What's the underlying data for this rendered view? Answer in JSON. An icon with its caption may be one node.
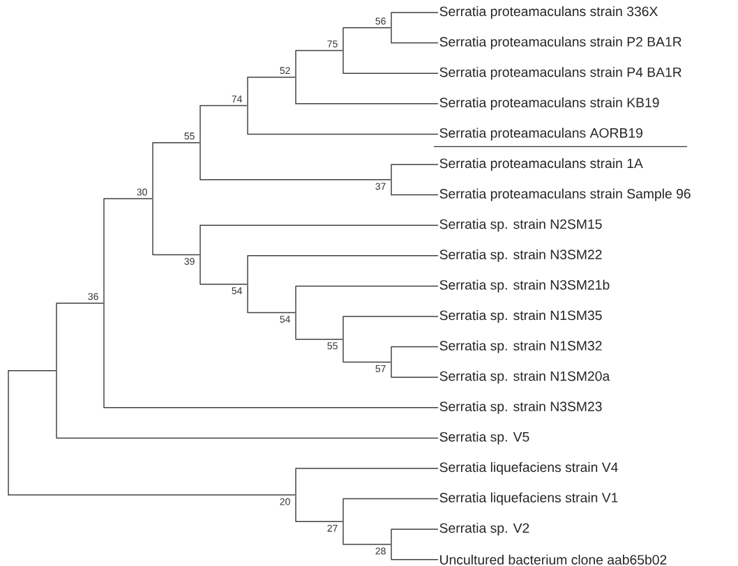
{
  "diagram": {
    "nodes": [
      {
        "text": [
          "Serratia proteamaculans strain 336X"
        ]
      },
      {
        "text": [
          "Serratia proteamaculans strain P2 BA1R"
        ]
      },
      {
        "text": [
          "Serratia proteamaculans strain P4 BA1R"
        ]
      },
      {
        "text": [
          "Serratia proteamaculans strain KB19"
        ]
      },
      {
        "text": [
          "Serratia proteamaculans AORB19"
        ]
      },
      {
        "text": [
          "Serratia proteamaculans strain 1A"
        ]
      },
      {
        "text": [
          "Serratia proteamaculans strain Sample 96"
        ]
      },
      {
        "text": [
          "Serratia sp. strain N2SM15"
        ]
      },
      {
        "text": [
          "Serratia sp. strain N3SM22"
        ]
      },
      {
        "text": [
          "Serratia sp. strain N3SM21b"
        ]
      },
      {
        "text": [
          "Serratia sp. strain N1SM35"
        ]
      },
      {
        "text": [
          "Serratia sp. strain N1SM32"
        ]
      },
      {
        "text": [
          "Serratia sp. strain N1SM20a"
        ]
      },
      {
        "text": [
          "Serratia sp. strain N3SM23"
        ]
      },
      {
        "text": [
          "Serratia sp. V5"
        ]
      },
      {
        "text": [
          "Serratia liquefaciens strain V4"
        ]
      },
      {
        "text": [
          "Serratia liquefaciens strain V1"
        ]
      },
      {
        "text": [
          "Serratia sp. V2"
        ]
      },
      {
        "text": [
          "Uncultured bacterium clone aab65b02"
        ]
      },
      {
        "text": [],
        "shape": "bar",
        "beside": [
          "56"
        ]
      },
      {
        "text": [],
        "shape": "bar",
        "beside": [
          "75"
        ]
      },
      {
        "text": [],
        "shape": "bar",
        "beside": [
          "52"
        ]
      },
      {
        "text": [],
        "shape": "bar",
        "beside": [
          "74"
        ]
      },
      {
        "text": [],
        "shape": "bar",
        "beside": [
          "37"
        ]
      },
      {
        "text": [],
        "shape": "bar",
        "beside": [
          "55"
        ]
      },
      {
        "text": [],
        "shape": "bar",
        "beside": [
          "57"
        ]
      },
      {
        "text": [],
        "shape": "bar",
        "beside": [
          "55"
        ]
      },
      {
        "text": [],
        "shape": "bar",
        "beside": [
          "54"
        ]
      },
      {
        "text": [],
        "shape": "bar",
        "beside": [
          "54"
        ]
      },
      {
        "text": [],
        "shape": "bar",
        "beside": [
          "39"
        ]
      },
      {
        "text": [],
        "shape": "bar",
        "beside": [
          "30"
        ]
      },
      {
        "text": [],
        "shape": "bar",
        "beside": [
          "36"
        ]
      },
      {
        "text": [],
        "shape": "bar"
      },
      {
        "text": [],
        "shape": "bar",
        "beside": [
          "28"
        ]
      },
      {
        "text": [],
        "shape": "bar",
        "beside": [
          "27"
        ]
      },
      {
        "text": [],
        "shape": "bar",
        "beside": [
          "20"
        ]
      },
      {
        "text": [],
        "shape": "bar"
      }
    ],
    "edges": [
      {
        "from": 19,
        "to": 0,
        "arrow": "none"
      },
      {
        "from": 19,
        "to": 1,
        "arrow": "none"
      },
      {
        "from": 20,
        "to": 19,
        "arrow": "none"
      },
      {
        "from": 20,
        "to": 2,
        "arrow": "none"
      },
      {
        "from": 21,
        "to": 20,
        "arrow": "none"
      },
      {
        "from": 21,
        "to": 3,
        "arrow": "none"
      },
      {
        "from": 22,
        "to": 21,
        "arrow": "none"
      },
      {
        "from": 22,
        "to": 4,
        "arrow": "none"
      },
      {
        "from": 23,
        "to": 5,
        "arrow": "none"
      },
      {
        "from": 23,
        "to": 6,
        "arrow": "none"
      },
      {
        "from": 24,
        "to": 22,
        "arrow": "none"
      },
      {
        "from": 24,
        "to": 23,
        "arrow": "none"
      },
      {
        "from": 25,
        "to": 11,
        "arrow": "none"
      },
      {
        "from": 25,
        "to": 12,
        "arrow": "none"
      },
      {
        "from": 26,
        "to": 10,
        "arrow": "none"
      },
      {
        "from": 26,
        "to": 25,
        "arrow": "none"
      },
      {
        "from": 27,
        "to": 9,
        "arrow": "none"
      },
      {
        "from": 27,
        "to": 26,
        "arrow": "none"
      },
      {
        "from": 28,
        "to": 8,
        "arrow": "none"
      },
      {
        "from": 28,
        "to": 27,
        "arrow": "none"
      },
      {
        "from": 29,
        "to": 7,
        "arrow": "none"
      },
      {
        "from": 29,
        "to": 28,
        "arrow": "none"
      },
      {
        "from": 30,
        "to": 24,
        "arrow": "none"
      },
      {
        "from": 30,
        "to": 29,
        "arrow": "none"
      },
      {
        "from": 31,
        "to": 30,
        "arrow": "none"
      },
      {
        "from": 31,
        "to": 13,
        "arrow": "none"
      },
      {
        "from": 36,
        "to": 31,
        "arrow": "none"
      },
      {
        "from": 36,
        "to": 14,
        "arrow": "none"
      },
      {
        "from": 33,
        "to": 17,
        "arrow": "none"
      },
      {
        "from": 33,
        "to": 18,
        "arrow": "none"
      },
      {
        "from": 34,
        "to": 16,
        "arrow": "none"
      },
      {
        "from": 34,
        "to": 33,
        "arrow": "none"
      },
      {
        "from": 35,
        "to": 15,
        "arrow": "none"
      },
      {
        "from": 35,
        "to": 34,
        "arrow": "none"
      },
      {
        "from": 32,
        "to": 36,
        "arrow": "none"
      },
      {
        "from": 32,
        "to": 35,
        "arrow": "none"
      }
    ]
  }
}
